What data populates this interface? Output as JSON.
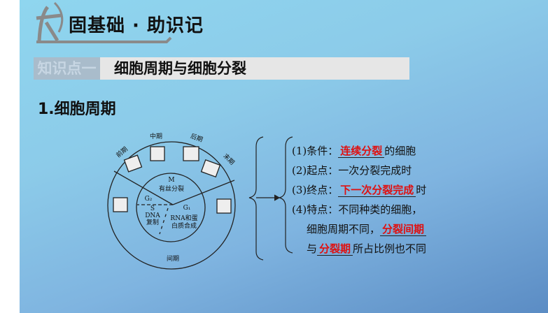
{
  "header": {
    "title": "固基础 · 助识记"
  },
  "knowledge_point": {
    "tag": "知识点一",
    "title": "细胞周期与细胞分裂"
  },
  "section": {
    "title": "1.细胞周期"
  },
  "diagram": {
    "phases": [
      "前期",
      "中期",
      "后期",
      "末期"
    ],
    "m_label": "M",
    "m_text": "有丝分裂",
    "g2": "G₂",
    "s": "S",
    "s_text1": "DNA",
    "s_text2": "复制",
    "g1": "G₁",
    "g1_text1": "RNA和蛋",
    "g1_text2": "白质合成",
    "interphase": "间期"
  },
  "points": {
    "p1_prefix": "(1)条件：",
    "p1_answer": "连续分裂",
    "p1_suffix": "的细胞",
    "p2": "(2)起点：一次分裂完成时",
    "p3_prefix": "(3)终点：",
    "p3_answer": "下一次分裂完成",
    "p3_suffix": "时",
    "p4_line1": "(4)特点：不同种类的细胞，",
    "p4_line2_prefix": "细胞周期不同，",
    "p4_line2_answer": "分裂间期",
    "p4_line3_prefix": "与",
    "p4_line3_answer": "分裂期",
    "p4_line3_suffix": "所占比例也不同"
  },
  "colors": {
    "answer": "#e01010",
    "background": "#8ccbe9"
  }
}
